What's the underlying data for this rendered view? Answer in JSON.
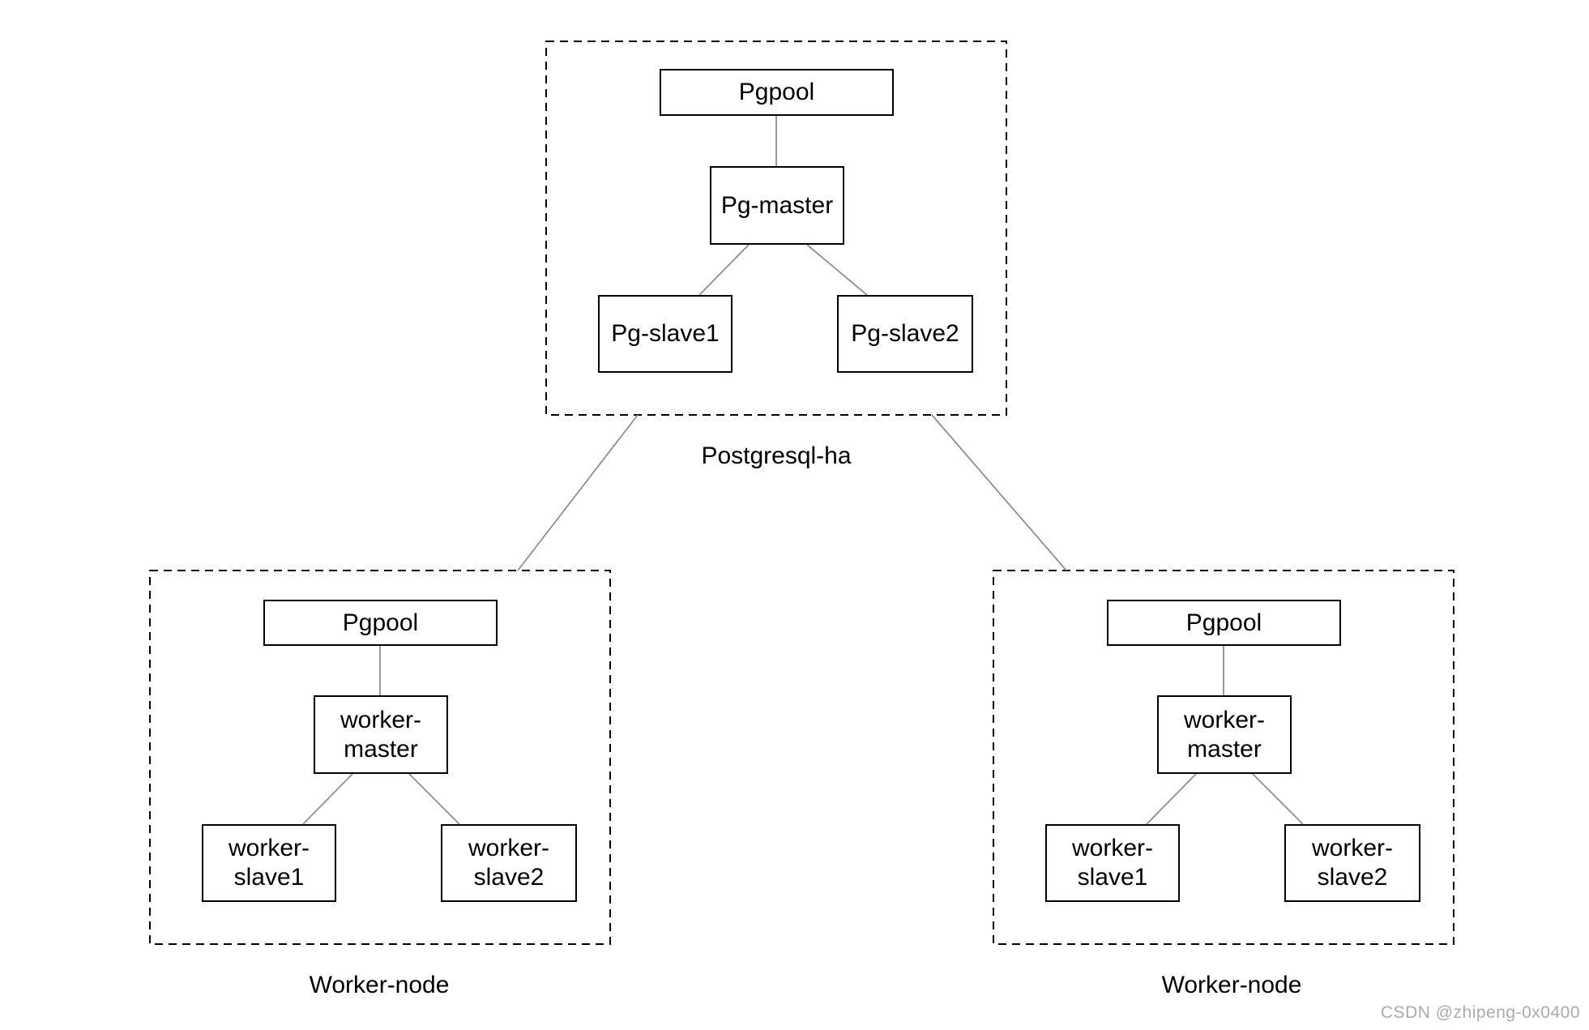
{
  "colors": {
    "background": "#ffffff",
    "node_border": "#000000",
    "group_border": "#000000",
    "connector": "#8f8f8f",
    "text": "#000000",
    "watermark": "#ababab"
  },
  "watermark": {
    "text": "CSDN @zhipeng-0x0400"
  },
  "postgresql_ha": {
    "label": "Postgresql-ha",
    "pgpool": "Pgpool",
    "master": "Pg-master",
    "slave1": "Pg-slave1",
    "slave2": "Pg-slave2"
  },
  "worker_left": {
    "label": "Worker-node",
    "pgpool": "Pgpool",
    "master": [
      "worker-",
      "master"
    ],
    "slave1": [
      "worker-",
      "slave1"
    ],
    "slave2": [
      "worker-",
      "slave2"
    ]
  },
  "worker_right": {
    "label": "Worker-node",
    "pgpool": "Pgpool",
    "master": [
      "worker-",
      "master"
    ],
    "slave1": [
      "worker-",
      "slave1"
    ],
    "slave2": [
      "worker-",
      "slave2"
    ]
  }
}
